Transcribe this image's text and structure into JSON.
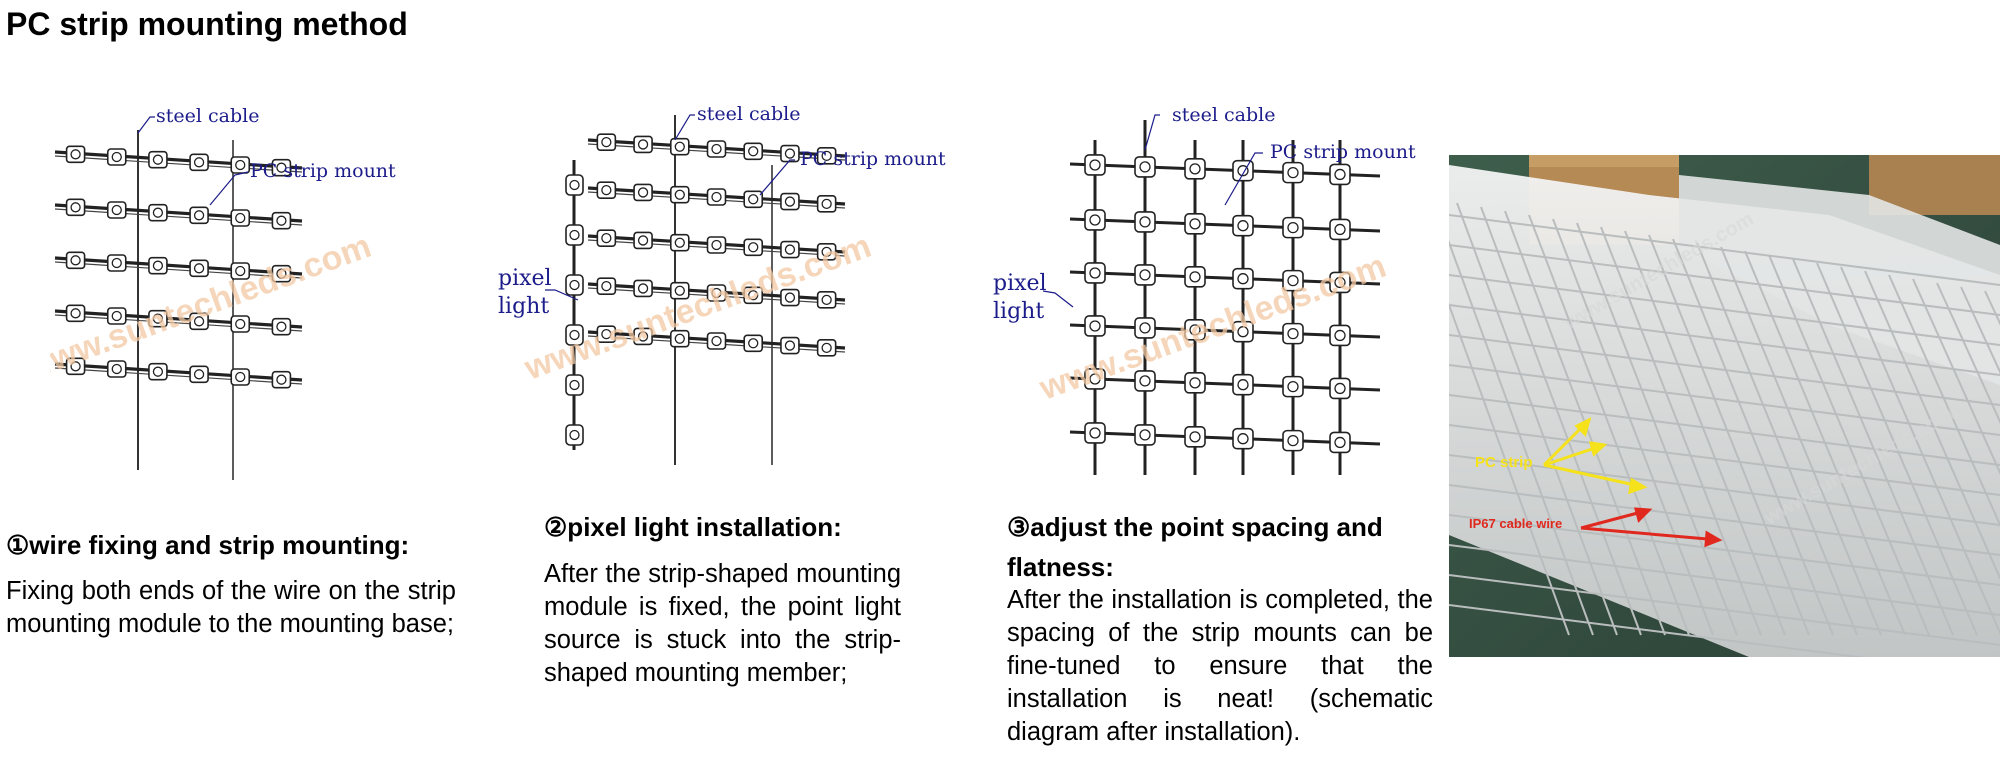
{
  "page": {
    "title": "PC strip mounting method"
  },
  "watermark": "www.suntechleds.com",
  "diagram_labels": {
    "steel_cable": "steel cable",
    "pc_strip_mount": "PC strip mount",
    "pixel": "pixel",
    "light": "light"
  },
  "steps": [
    {
      "heading": "①wire fixing and strip mounting:",
      "body": "Fixing both ends of the wire on the strip mounting module to the mounting base;"
    },
    {
      "heading": "②pixel light installation:",
      "body": "After the strip-shaped mounting module is fixed, the point light source is stuck into the strip-shaped mounting member;"
    },
    {
      "heading": "③adjust the point spacing and flatness:",
      "body": "After the installation is completed, the spacing of the strip mounts can be fine-tuned to ensure that the installation is neat! (schematic diagram after installation)."
    }
  ],
  "photo": {
    "label_pc_strip": "PC strip",
    "label_cable": "IP67 cable wire",
    "colors": {
      "pc_strip": "#f5e21a",
      "cable": "#e0281e"
    }
  }
}
